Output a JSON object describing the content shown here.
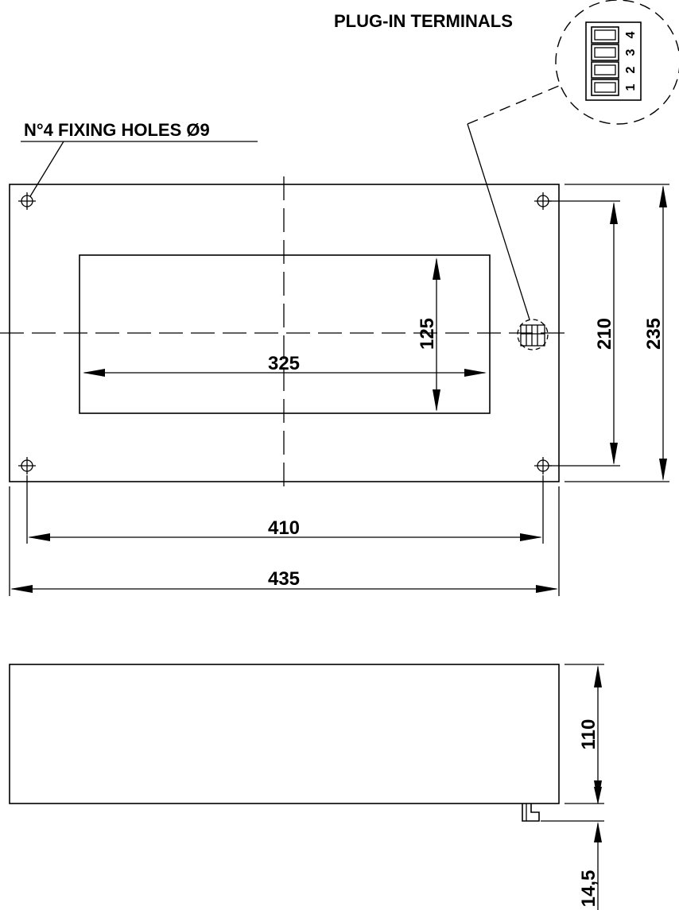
{
  "labels": {
    "plug_in_terminals": "PLUG-IN TERMINALS",
    "fixing_holes": "N°4 FIXING HOLES Ø9"
  },
  "terminals": [
    "1",
    "2",
    "3",
    "4"
  ],
  "dimensions": {
    "cutout_width": "325",
    "cutout_height": "125",
    "hole_vertical_spacing": "210",
    "overall_height": "235",
    "hole_horizontal_spacing": "410",
    "overall_width": "435",
    "depth": "110",
    "terminal_protrusion": "14,5"
  }
}
